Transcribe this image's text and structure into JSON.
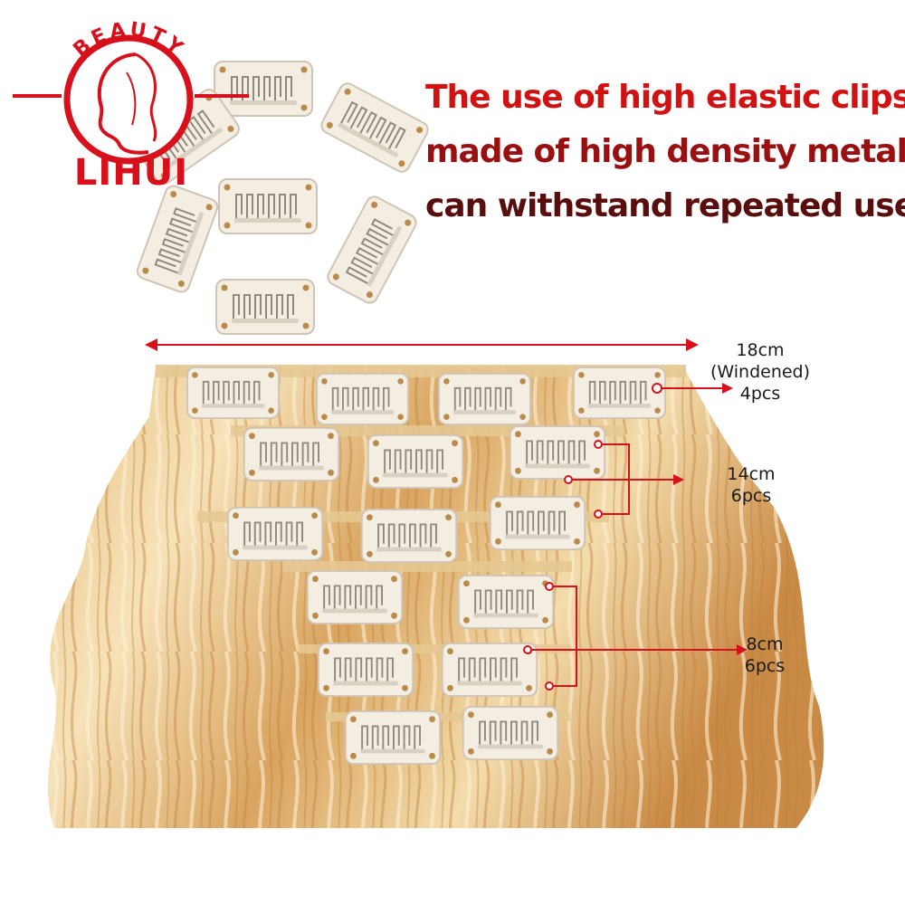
{
  "logo": {
    "arc_text": "BEAUTY",
    "name": "LIHUI",
    "color": "#d8101c"
  },
  "headline": {
    "lines": [
      "The use of high elastic clips,",
      "made of high density metal,",
      "can withstand repeated use"
    ],
    "color_top": "#d01212",
    "color_bottom": "#5a0d0d"
  },
  "labels": {
    "row18": {
      "size": "18cm",
      "note": "(Windened)",
      "count": "4pcs"
    },
    "row14": {
      "size": "14cm",
      "count": "6pcs"
    },
    "row8": {
      "size": "8cm",
      "count": "6pcs"
    }
  },
  "colors": {
    "hair_light": "#f3dcaa",
    "hair_dark": "#c98a45",
    "clip": "#f4ede2",
    "marker": "#d8101c"
  }
}
